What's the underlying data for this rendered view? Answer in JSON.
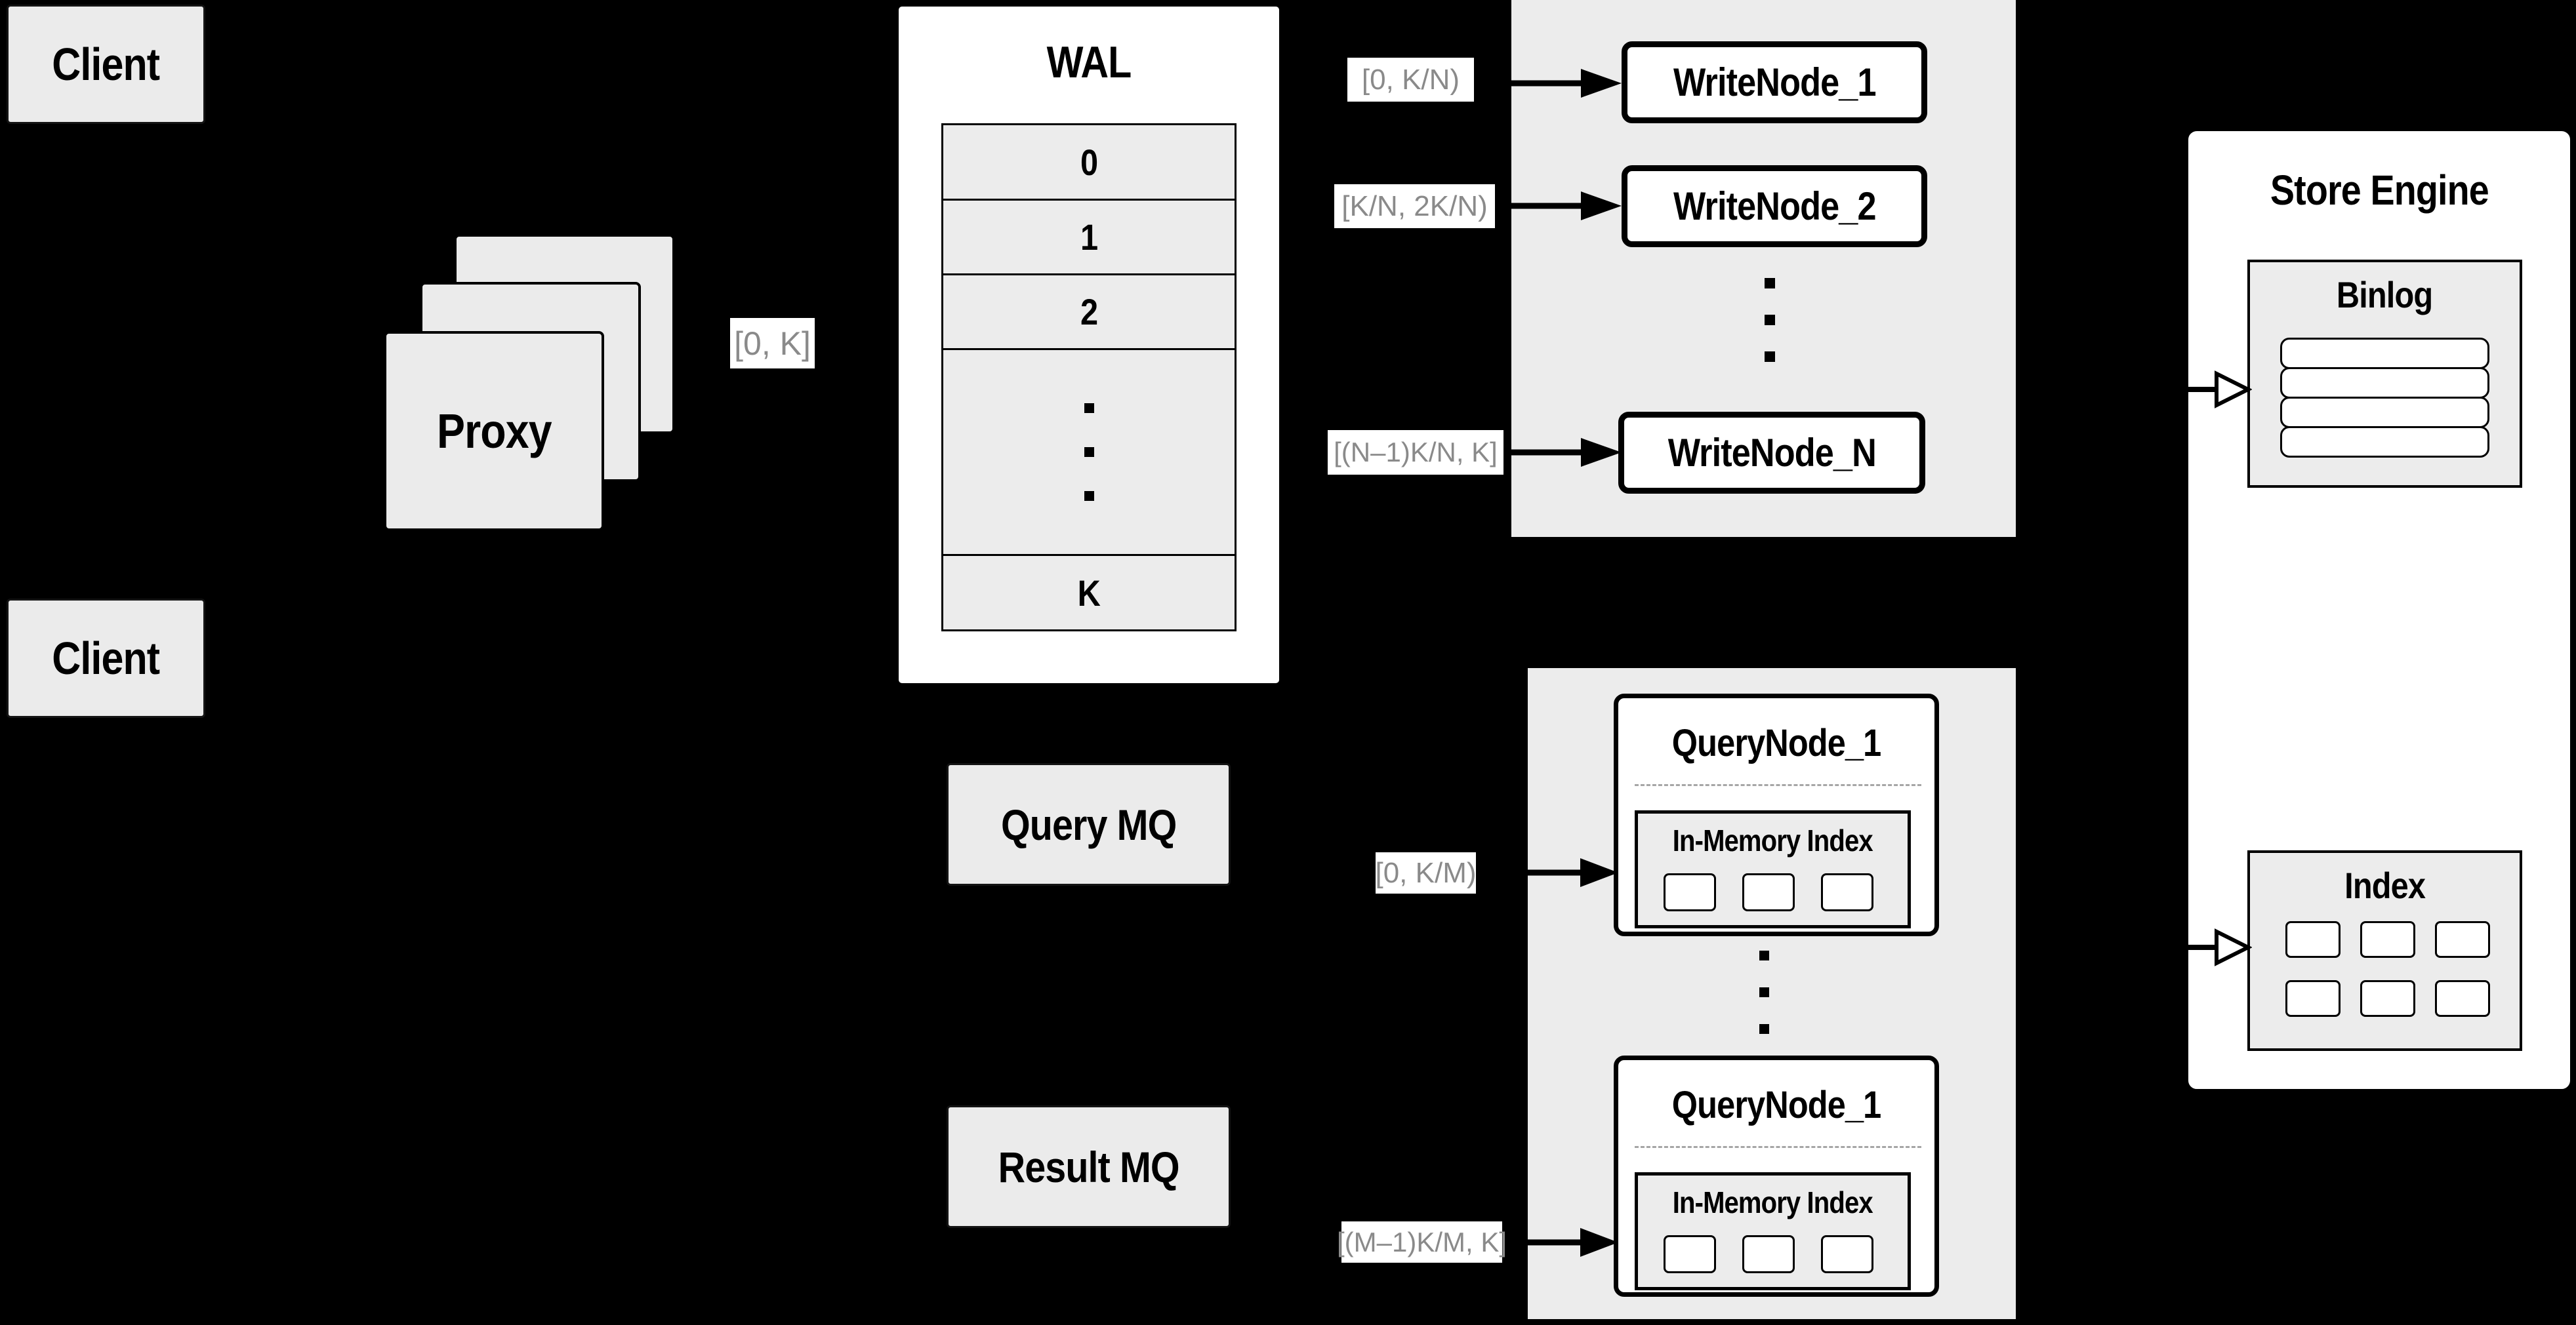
{
  "colors": {
    "background": "#000000",
    "panel_gray": "#ececec",
    "box_gray": "#ebebeb",
    "white": "#ffffff",
    "border_black": "#000000",
    "chip_text_gray": "#8a8a8a"
  },
  "clients": {
    "top": "Client",
    "bottom": "Client"
  },
  "proxy": {
    "label": "Proxy",
    "range_out": "[0, K]"
  },
  "wal": {
    "title": "WAL",
    "segments": [
      "0",
      "1",
      "2",
      "K"
    ]
  },
  "write": {
    "nodes": [
      "WriteNode_1",
      "WriteNode_2",
      "WriteNode_N"
    ],
    "ranges": [
      "[0, K/N)",
      "[K/N, 2K/N)",
      "[(N–1)K/N, K]"
    ]
  },
  "mq": {
    "query": "Query MQ",
    "result": "Result MQ"
  },
  "query": {
    "ranges": [
      "[0, K/M)",
      "[(M–1)K/M, K]"
    ],
    "nodes": [
      {
        "title": "QueryNode_1",
        "inmem": "In-Memory Index"
      },
      {
        "title": "QueryNode_1",
        "inmem": "In-Memory Index"
      }
    ]
  },
  "store": {
    "title": "Store Engine",
    "binlog": "Binlog",
    "index": "Index"
  }
}
